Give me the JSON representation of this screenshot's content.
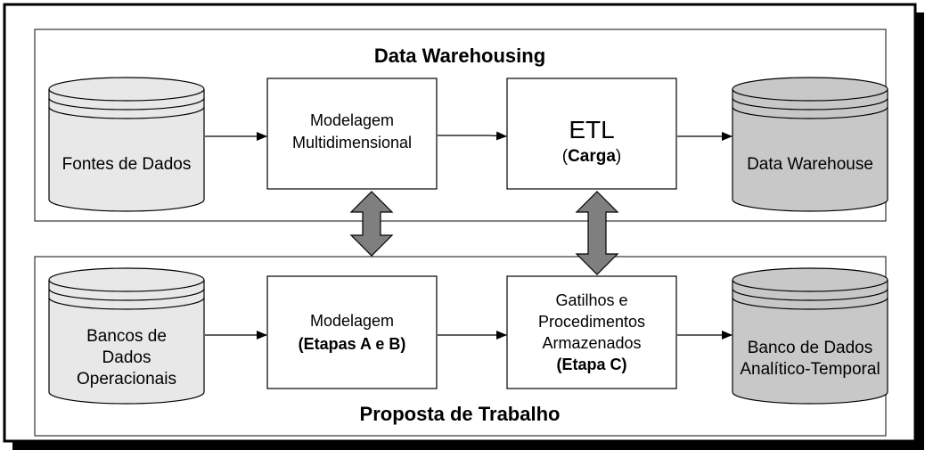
{
  "colors": {
    "border": "#000000",
    "panel_border": "#333333",
    "db_light": "#e8e8e8",
    "db_dark": "#c8c8c8",
    "arrow_fill": "#7f7f7f",
    "box_fill": "#ffffff"
  },
  "top_panel": {
    "title": "Data Warehousing",
    "source": {
      "label": "Fontes de Dados"
    },
    "modeling": {
      "line1": "Modelagem",
      "line2": "Multidimensional"
    },
    "etl": {
      "title": "ETL",
      "paren_open": "(",
      "sub_bold": "Carga",
      "paren_close": ")"
    },
    "target": {
      "label": "Data Warehouse"
    }
  },
  "bottom_panel": {
    "title": "Proposta de Trabalho",
    "source": {
      "line1": "Bancos de",
      "line2": "Dados",
      "line3": "Operacionais"
    },
    "modeling": {
      "line1": "Modelagem",
      "line2_bold": "(Etapas A e B)"
    },
    "procedures": {
      "line1": "Gatilhos e",
      "line2": "Procedimentos",
      "line3": "Armazenados",
      "line4_bold": "(Etapa C)"
    },
    "target": {
      "line1": "Banco de Dados",
      "line2": "Analítico-Temporal"
    }
  }
}
